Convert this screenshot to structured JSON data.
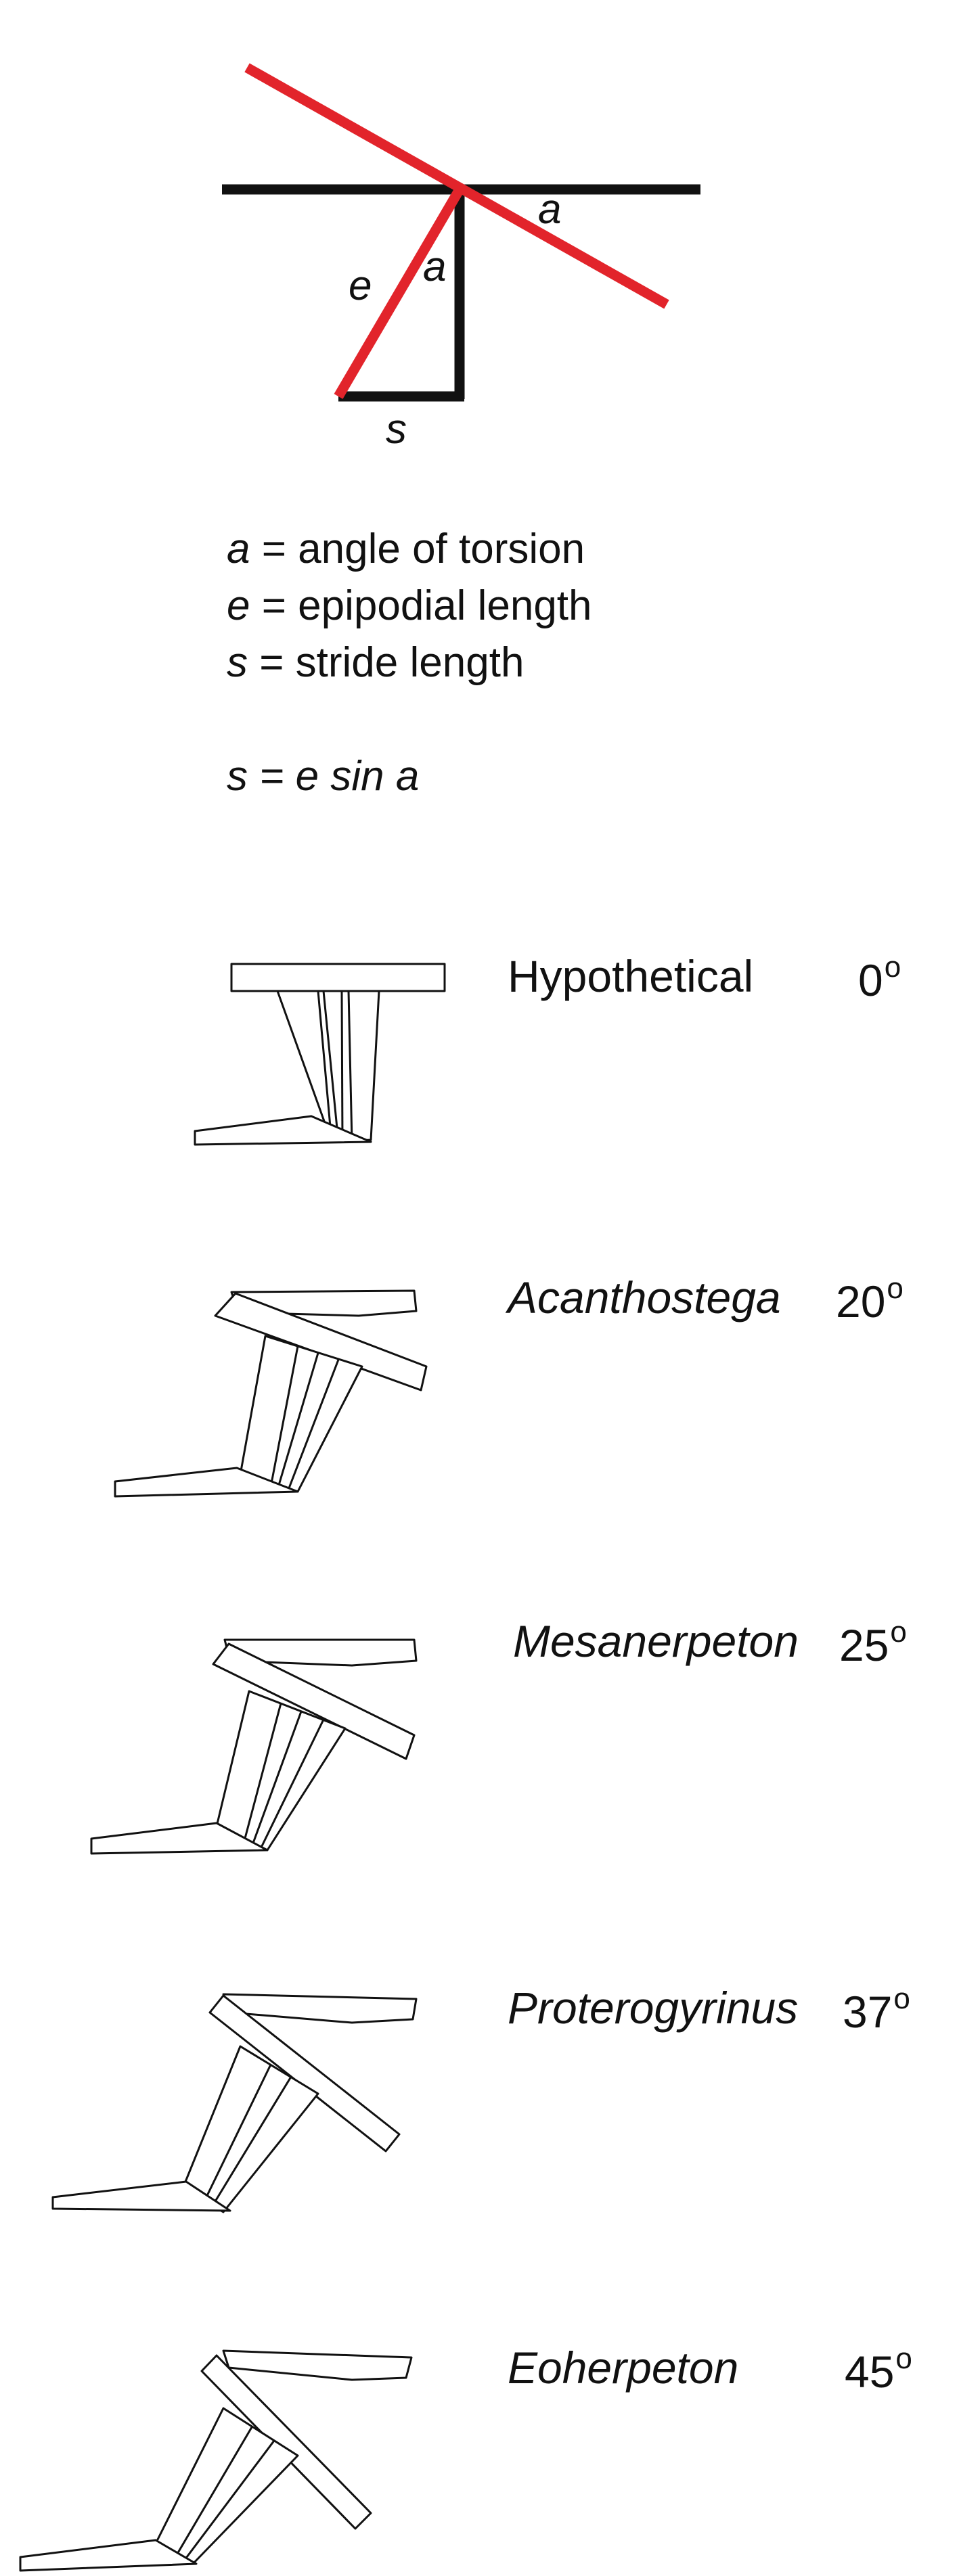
{
  "colors": {
    "line": "#111111",
    "accent": "#e2242b",
    "background": "#ffffff"
  },
  "diagram": {
    "labels": {
      "a_top": "a",
      "a_inner": "a",
      "e": "e",
      "s": "s"
    }
  },
  "legend": {
    "a_sym": "a",
    "a_text": " = angle of torsion",
    "e_sym": "e",
    "e_text": " = epipodial length",
    "s_sym": "s",
    "s_text": " = stride length",
    "formula": "s = e sin a"
  },
  "taxa": [
    {
      "name": "Hypothetical",
      "italic": false,
      "angle_value": "0",
      "angle_unit": "o"
    },
    {
      "name": "Acanthostega",
      "italic": true,
      "angle_value": "20",
      "angle_unit": "o"
    },
    {
      "name": "Mesanerpeton",
      "italic": true,
      "angle_value": "25",
      "angle_unit": "o"
    },
    {
      "name": "Proterogyrinus",
      "italic": true,
      "angle_value": "37",
      "angle_unit": "o"
    },
    {
      "name": "Eoherpeton",
      "italic": true,
      "angle_value": "45",
      "angle_unit": "o"
    }
  ]
}
